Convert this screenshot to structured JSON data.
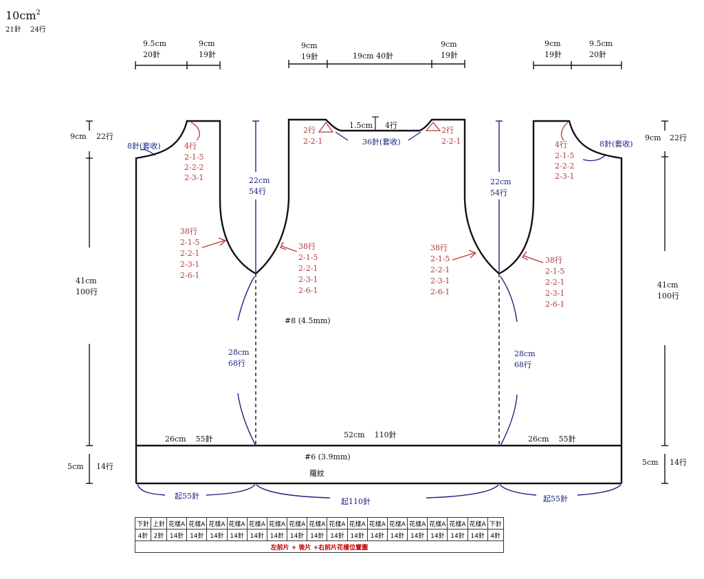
{
  "gauge": {
    "size": "10cm",
    "sup": "2",
    "stitches": "21針",
    "rows": "24行"
  },
  "top_dims": {
    "l_shoulder": [
      "9.5cm",
      "20針"
    ],
    "l_neck": [
      "9cm",
      "19針"
    ],
    "c_left": [
      "9cm",
      "19針"
    ],
    "c_mid": "19cm  40針",
    "c_right": [
      "9cm",
      "19針"
    ],
    "r_neck": [
      "9cm",
      "19針"
    ],
    "r_shoulder": [
      "9.5cm",
      "20針"
    ]
  },
  "side_dims": {
    "armhole_l": [
      "9cm",
      "22行"
    ],
    "armhole_r": [
      "9cm",
      "22行"
    ],
    "body_l": [
      "41cm",
      "100行"
    ],
    "body_r": [
      "41cm",
      "100行"
    ],
    "rib_l": [
      "5cm",
      "14行"
    ],
    "rib_r": [
      "5cm",
      "14行"
    ]
  },
  "back_neck": {
    "depth": "1.5cm",
    "rows": "4行",
    "bind_off": "36針(套收)",
    "l_rows": "2行",
    "l_rule": "2-2-1",
    "r_rows": "2行",
    "r_rule": "2-2-1"
  },
  "armhole_shaping": {
    "left_bind": "8針(套收)",
    "right_bind": "8針(套收)",
    "left": [
      "4行",
      "2-1-5",
      "2-2-2",
      "2-3-1"
    ],
    "right": [
      "4行",
      "2-1-5",
      "2-2-2",
      "2-3-1"
    ]
  },
  "front_neck": {
    "left": {
      "depth": [
        "22cm",
        "54行"
      ],
      "outer": [
        "38行",
        "2-1-5",
        "2-2-1",
        "2-3-1",
        "2-6-1"
      ],
      "inner": [
        "38行",
        "2-1-5",
        "2-2-1",
        "2-3-1",
        "2-6-1"
      ]
    },
    "right": {
      "depth": [
        "22cm",
        "54行"
      ],
      "outer": [
        "38行",
        "2-1-5",
        "2-2-1",
        "2-3-1",
        "2-6-1"
      ],
      "inner": [
        "38行",
        "2-1-5",
        "2-2-1",
        "2-3-1",
        "2-6-1"
      ]
    }
  },
  "lower_front": {
    "left": [
      "28cm",
      "68行"
    ],
    "right": [
      "28cm",
      "68行"
    ]
  },
  "needle_body": "#8 (4.5mm)",
  "needle_rib": "#6 (3.9mm)",
  "rib_label": "羅紋",
  "widths": {
    "left": "26cm    55針",
    "center": "52cm    110針",
    "right": "26cm    55針"
  },
  "cast_on": {
    "left": "起55針",
    "center": "起110針",
    "right": "起55針"
  },
  "pattern_table": {
    "headers": [
      "下針",
      "上針",
      "花樣A",
      "花樣A",
      "花樣A",
      "花樣A",
      "花樣A",
      "花樣A",
      "花樣A",
      "花樣A",
      "花樣A",
      "花樣A",
      "花樣A",
      "花樣A",
      "花樣A",
      "花樣A",
      "花樣A",
      "花樣A",
      "下針"
    ],
    "values": [
      "4針",
      "2針",
      "14針",
      "14針",
      "14針",
      "14針",
      "14針",
      "14針",
      "14針",
      "14針",
      "14針",
      "14針",
      "14針",
      "14針",
      "14針",
      "14針",
      "14針",
      "14針",
      "4針"
    ],
    "caption": "左前片 + 後片 +右前片花樣位置圖"
  },
  "colors": {
    "outline": "#111111",
    "blue": "#1a237e",
    "red": "#b23a3a",
    "caption": "#c00000"
  }
}
